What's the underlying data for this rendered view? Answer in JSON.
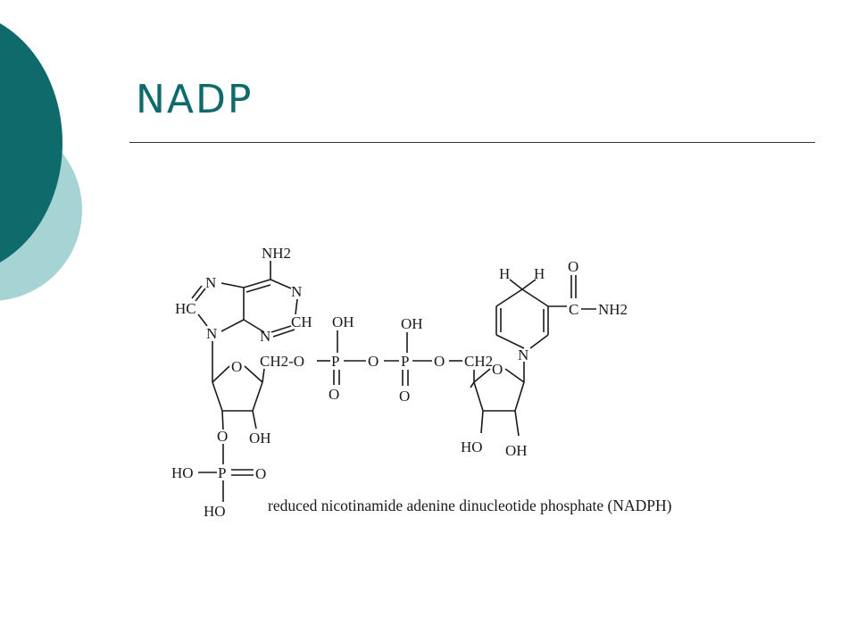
{
  "slide": {
    "title": "NADP",
    "accent_dark": "#0f6b6b",
    "accent_light": "#a6d3d3"
  },
  "diagram": {
    "caption": "reduced nicotinamide adenine dinucleotide phosphate (NADPH)",
    "labels": {
      "nh2_top": "NH2",
      "n7": "N",
      "hc8": "HC",
      "n9": "N",
      "n1": "N",
      "ch2": "CH",
      "n3": "N",
      "ch2_o_left": "CH2-O",
      "p1": "P",
      "oh_p1": "OH",
      "o_p1": "O",
      "o_bridge": "O",
      "p2": "P",
      "oh_p2": "OH",
      "o_p2": "O",
      "o_ch2_right": "O",
      "ch2_right": "CH2",
      "ring_o_left": "O",
      "ring_o_right": "O",
      "oh_left_sugar": "OH",
      "o_phos": "O",
      "ho_phos": "HO",
      "p3": "P",
      "o_p3": "O",
      "ho_p3_bottom": "HO",
      "h_a": "H",
      "h_b": "H",
      "o_amide": "O",
      "c_amide": "C",
      "nh2_amide": "NH2",
      "n_nic": "N",
      "ho_right_sugar": "HO",
      "oh_right_sugar": "OH"
    }
  }
}
